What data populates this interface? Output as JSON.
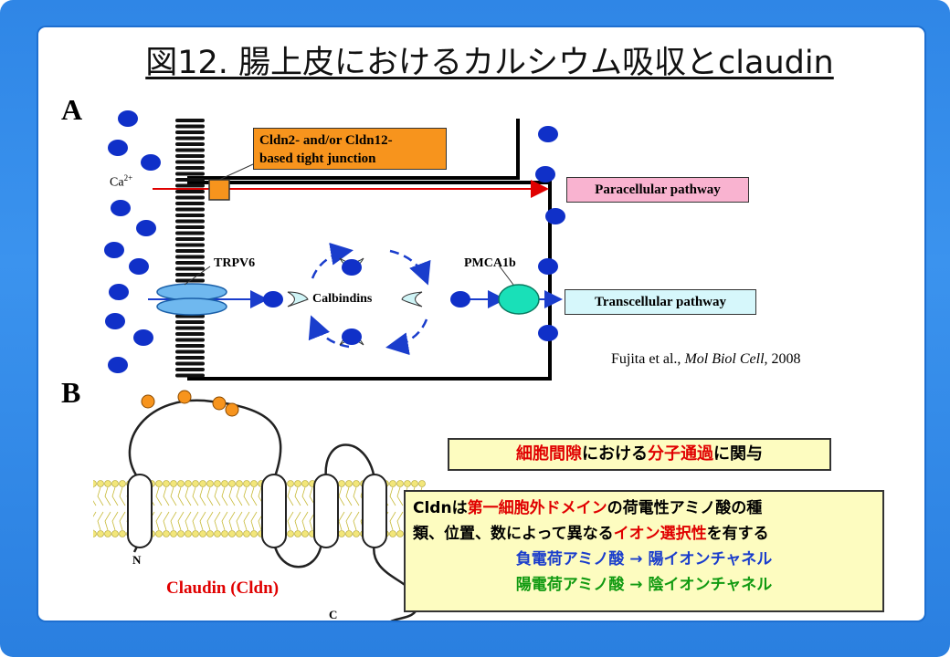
{
  "title": "図12. 腸上皮におけるカルシウム吸収とclaudin",
  "panel_a": {
    "label": "A",
    "ca_label": "Ca",
    "ca_sup": "2+",
    "tj_box": [
      "Cldn2- and/or Cldn12-",
      "based tight junction"
    ],
    "paracellular": "Paracellular pathway",
    "transcellular": "Transcellular pathway",
    "trpv6": "TRPV6",
    "calbindins": "Calbindins",
    "pmca": "PMCA1b",
    "citation_authors": "Fujita et al., ",
    "citation_journal": "Mol Biol Cell",
    "citation_year": ", 2008"
  },
  "panel_b": {
    "label": "B",
    "n_term": "N",
    "c_term": "C",
    "claudin_label": "Claudin (Cldn)",
    "box1": {
      "part1": "細胞間隙",
      "part2": "における",
      "part3": "分子通過",
      "part4": "に関与"
    },
    "box2": {
      "l1a": "Cldnは",
      "l1b": "第一細胞外ドメイン",
      "l1c": "の荷電性アミノ酸の種",
      "l2a": "類、位置、数によって異なる",
      "l2b": "イオン選択性",
      "l2c": "を有する",
      "l3": "負電荷アミノ酸 → 陽イオンチャネル",
      "l4": "陽電荷アミノ酸 → 陰イオンチャネル"
    }
  },
  "colors": {
    "frame": "#2f86e6",
    "calcium": "#1030c8",
    "tj_box": "#f7941d",
    "para_box": "#f9b3d0",
    "trans_box": "#d6f7fb",
    "pmca": "#19e0b8",
    "trpv6": "#6fb8ef",
    "info_box": "#fdfcc0"
  }
}
